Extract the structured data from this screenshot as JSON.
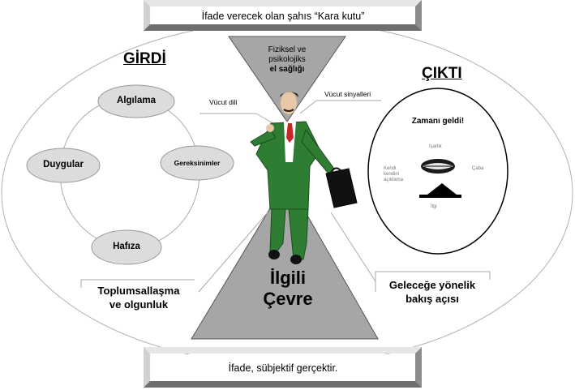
{
  "header": {
    "text": "İfade verecek olan şahıs “Kara kutu”"
  },
  "footer": {
    "text": "İfade, sübjektif gerçektir."
  },
  "input_title": "GİRDİ",
  "output_title": "ÇIKTI",
  "funnel_top": {
    "line1": "Fiziksel ve",
    "line2": "psikolojiks",
    "line3": "el sağlığı"
  },
  "funnel_bottom": {
    "line1": "İlgili",
    "line2": "Çevre"
  },
  "signals": {
    "body_language": "Vücut dili",
    "body_signals": "Vücut sinyalleri"
  },
  "input_nodes": {
    "perception": "Algılama",
    "emotions": "Duygular",
    "needs": "Gereksinimler",
    "memory": "Hafıza"
  },
  "socialization": {
    "line1": "Toplumsallaşma",
    "line2": "ve olgunluk"
  },
  "future": {
    "line1": "Geleceğe yönelik",
    "line2": "bakış açısı"
  },
  "output_circle": {
    "title": "Zamanı geldi!",
    "verbal": "Işarlik",
    "self": {
      "line1": "Kendi",
      "line2": "kendini",
      "line3": "açıklama"
    },
    "right": "Çaba",
    "bottom": "İlgi"
  },
  "colors": {
    "funnel_gray": "#a6a6a6",
    "node_fill": "#dcdcdc",
    "suit_green": "#2e7d32",
    "tie_red": "#c62828"
  }
}
